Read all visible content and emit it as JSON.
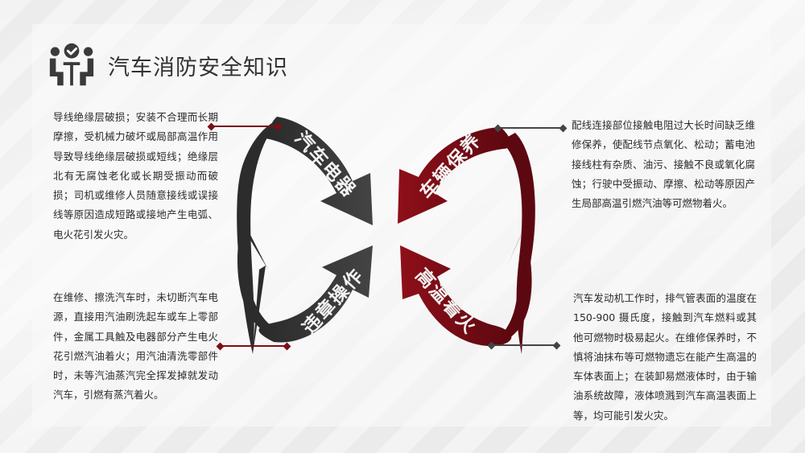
{
  "header": {
    "title": "汽车消防安全知识",
    "icon": "meeting-people-check-icon"
  },
  "colors": {
    "dark": "#3a3a3a",
    "red": "#8b0d17",
    "text": "#2b2b2b",
    "connector_red": "#7a0f17",
    "connector_dark": "#444444"
  },
  "sections": [
    {
      "id": "electrical",
      "label": "汽车电器",
      "color": "#3a3a3a",
      "text": "导线绝缘层破损；安装不合理而长期摩擦，受机械力破坏或局部高温作用导致导线绝缘层破损或短线；绝缘层北有无腐蚀老化或长期受振动而破损；司机或维修人员随意接线或误接线等原因造成短路或接地产生电弧、电火花引发火灾。"
    },
    {
      "id": "maintenance",
      "label": "车辆保养",
      "color": "#8b0d17",
      "text": "配线连接部位接触电阻过大长时间缺乏维修保养，使配线节点氧化、松动；蓄电池接线柱有杂质、油污、接触不良或氧化腐蚀；行驶中受振动、摩擦、松动等原因产生局部高温引燃汽油等可燃物着火。"
    },
    {
      "id": "violation",
      "label": "违章操作",
      "color": "#3a3a3a",
      "text": "在维修、擦洗汽车时，未切断汽车电源，直接用汽油刷洗起车或车上零部件，金属工具触及电器部分产生电火花引燃汽油着火；用汽油清洗零部件时，未等汽油蒸汽完全挥发掉就发动汽车，引燃有蒸汽着火。"
    },
    {
      "id": "high-temp",
      "label": "高温着火",
      "color": "#8b0d17",
      "text": "汽车发动机工作时，排气管表面的温度在 150-900 摄氏度，接触到汽车燃料或其他可燃物时极易起火。在维修保养时，不慎将油抹布等可燃物遗忘在能产生高温的车体表面上；在装卸易燃液体时，由于输油系统故障，液体喷溅到汽车高温表面上等，均可能引发火灾。"
    }
  ]
}
